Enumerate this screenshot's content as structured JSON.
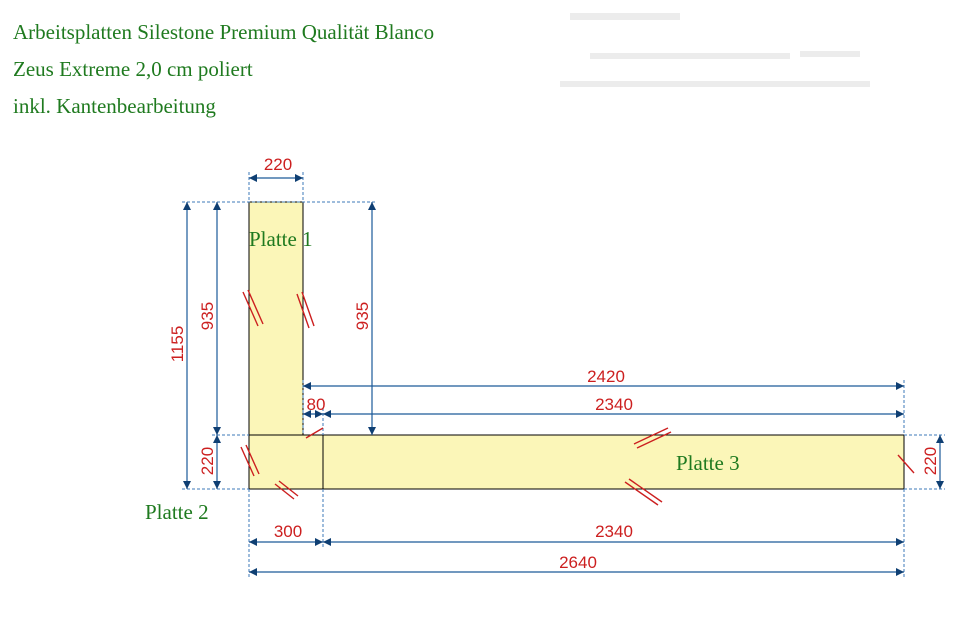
{
  "title": {
    "line1": "Arbeitsplatten Silestone Premium Qualität Blanco",
    "line2": "Zeus Extreme 2,0 cm poliert",
    "line3": "inkl. Kantenbearbeitung"
  },
  "plates": {
    "p1": "Platte 1",
    "p2": "Platte 2",
    "p3": "Platte 3"
  },
  "dimensions": {
    "top_width": "220",
    "left_total": "1155",
    "left_upper": "935",
    "right_upper": "935",
    "left_lower": "220",
    "offset": "80",
    "upper_long": "2420",
    "mid_long": "2340",
    "right_depth": "220",
    "bottom_short": "300",
    "bottom_long": "2340",
    "bottom_total": "2640"
  },
  "colors": {
    "plate_fill": "#fbf6b8",
    "dimension_text": "#cc1f1f",
    "dimension_line": "#1c5a99",
    "label_text": "#1f7a1f"
  }
}
